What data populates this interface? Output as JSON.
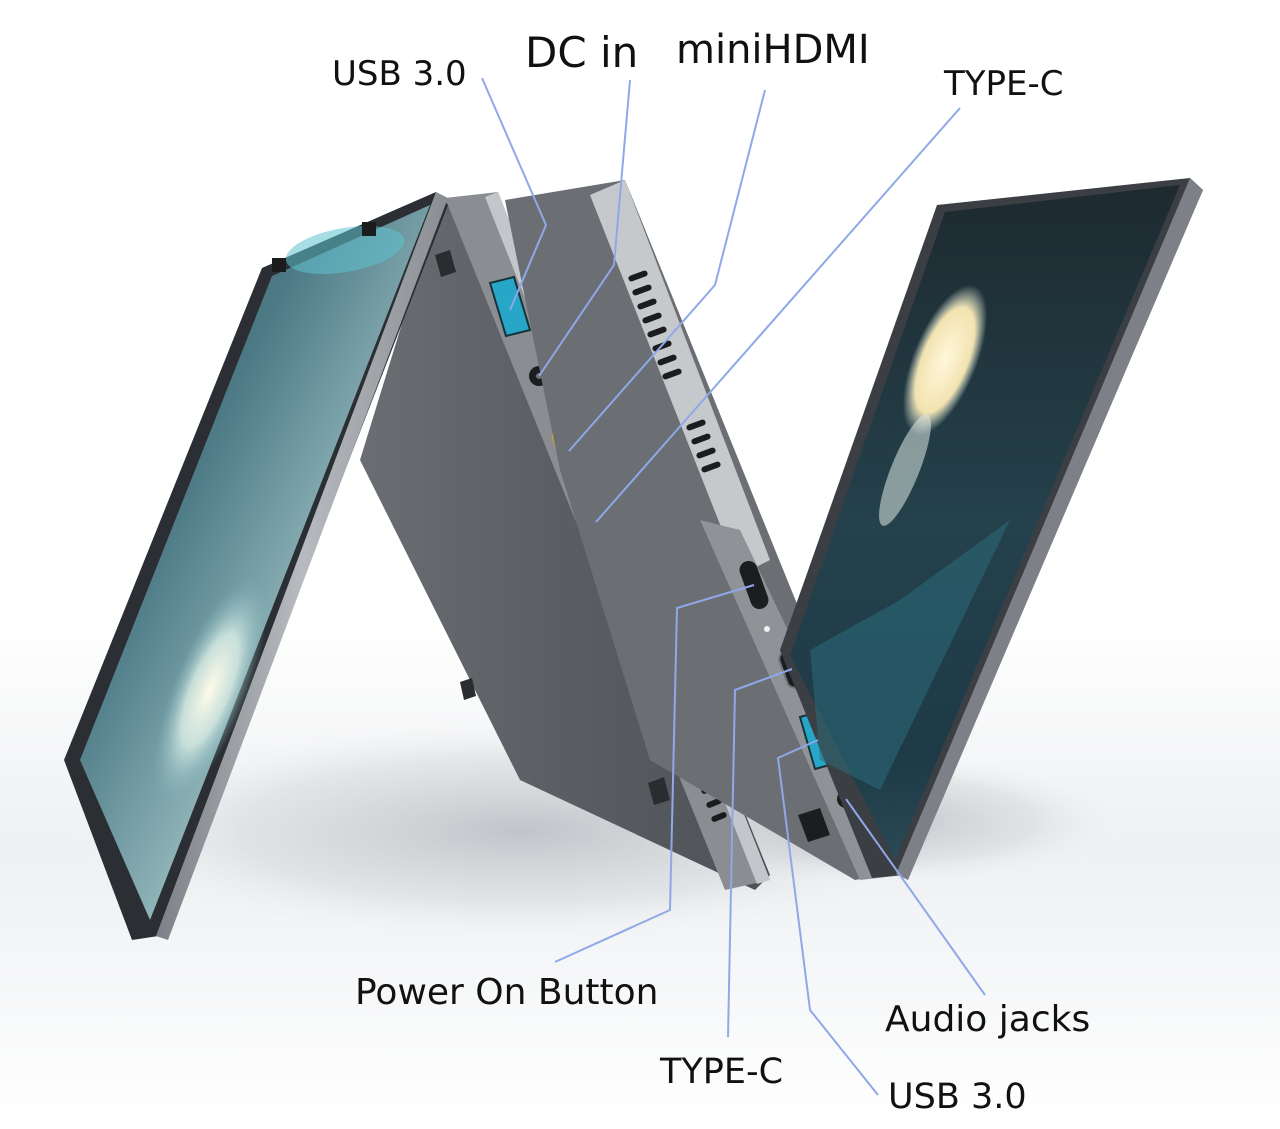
{
  "figure": {
    "subject": "convertible laptop in tent mode, port layout",
    "colors": {
      "background": "#ffffff",
      "callout_line": "#8fa8e8",
      "label_text": "#111111",
      "chassis": "#5d6166",
      "chassis_edge": "#a9adb2",
      "screen": "#1f3340",
      "usb_port_accent": "#27a6c7",
      "hdmi_port_accent": "#c9a43a"
    }
  },
  "callouts": {
    "top": [
      {
        "id": "usb30-left",
        "label": "USB 3.0"
      },
      {
        "id": "dc-in",
        "label": "DC in"
      },
      {
        "id": "mini-hdmi",
        "label": "miniHDMI"
      },
      {
        "id": "type-c-left",
        "label": "TYPE-C"
      }
    ],
    "bottom": [
      {
        "id": "power-button",
        "label": "Power On Button"
      },
      {
        "id": "audio-jacks",
        "label": "Audio jacks"
      },
      {
        "id": "type-c-right",
        "label": "TYPE-C"
      },
      {
        "id": "usb30-right",
        "label": "USB 3.0"
      }
    ]
  }
}
